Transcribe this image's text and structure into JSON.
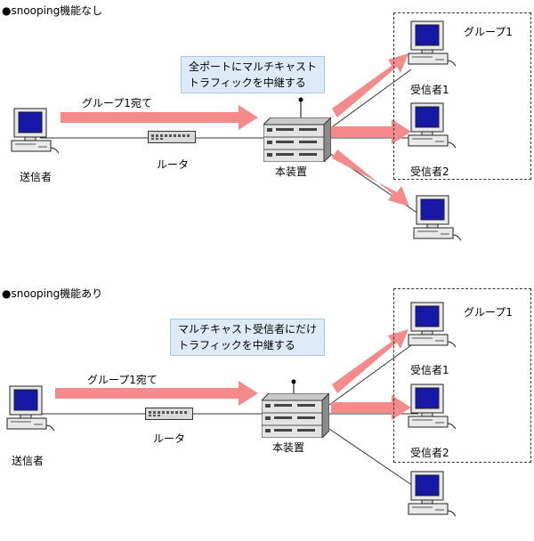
{
  "colors": {
    "arrow": "#f58a8a",
    "line": "#333333",
    "callout_bg": "#dcebf7",
    "screen": "#1818a8"
  },
  "icons": [
    "computer-icon",
    "router-icon",
    "switch-icon"
  ],
  "sections": [
    {
      "heading": "●snooping機能なし",
      "callout_lines": [
        "全ポートにマルチキャスト",
        "トラフィックを中継する"
      ],
      "group_label": "グループ1",
      "flow_label": "グループ1宛て",
      "router_label": "ルータ",
      "switch_label": "本装置",
      "sender_label": "送信者",
      "receiver1_label": "受信者1",
      "receiver2_label": "受信者2"
    },
    {
      "heading": "●snooping機能あり",
      "callout_lines": [
        "マルチキャスト受信者にだけ",
        "トラフィックを中継する"
      ],
      "group_label": "グループ1",
      "flow_label": "グループ1宛て",
      "router_label": "ルータ",
      "switch_label": "本装置",
      "sender_label": "送信者",
      "receiver1_label": "受信者1",
      "receiver2_label": "受信者2"
    }
  ]
}
